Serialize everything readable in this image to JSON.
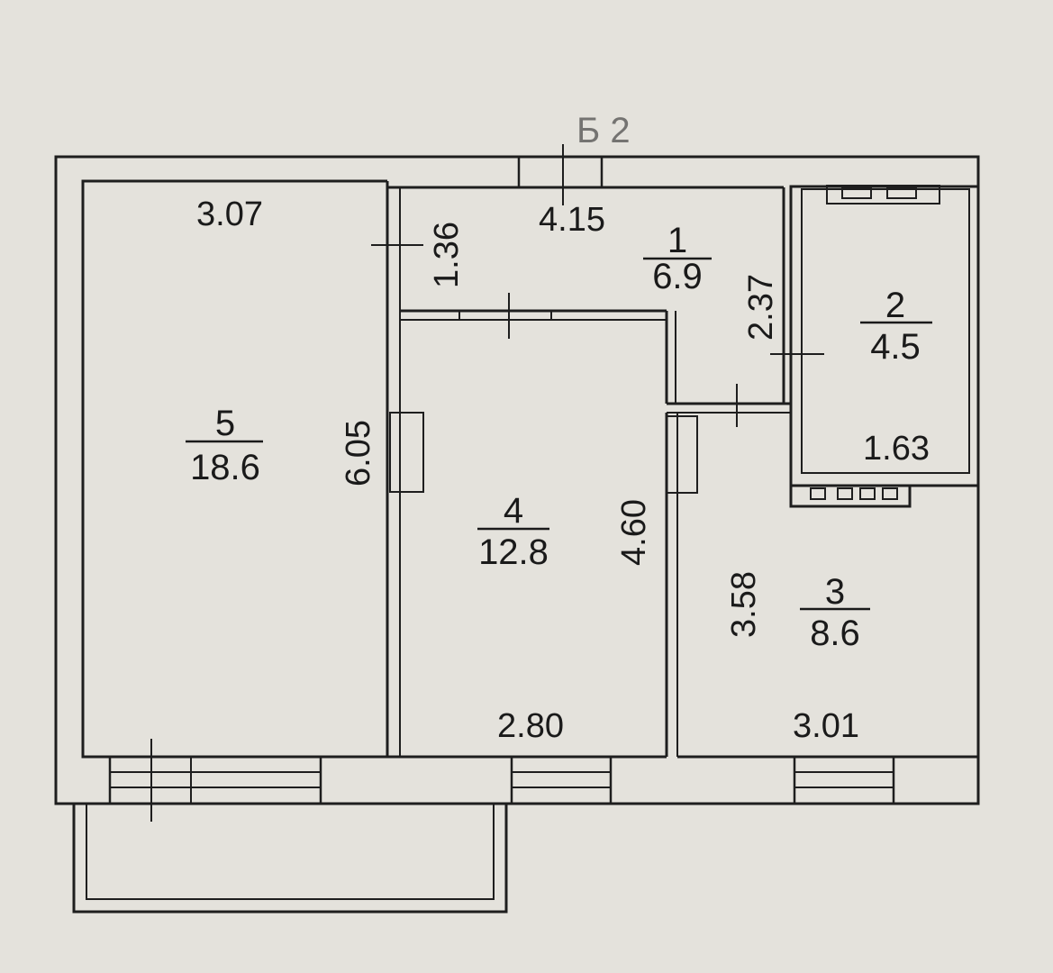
{
  "plan": {
    "top_label": "Б 2",
    "rooms": [
      {
        "id": "1",
        "number": "1",
        "area": "6.9"
      },
      {
        "id": "2",
        "number": "2",
        "area": "4.5"
      },
      {
        "id": "3",
        "number": "3",
        "area": "8.6"
      },
      {
        "id": "4",
        "number": "4",
        "area": "12.8"
      },
      {
        "id": "5",
        "number": "5",
        "area": "18.6"
      }
    ],
    "dimensions": {
      "r5_width": "3.07",
      "r5_height": "6.05",
      "corridor_height": "1.36",
      "r1_width": "4.15",
      "r1_height": "2.37",
      "r4_width": "2.80",
      "r4_height": "4.60",
      "r2_width": "1.63",
      "r3_height": "3.58",
      "r3_width": "3.01"
    }
  },
  "colors": {
    "paper": "#e4e2dc",
    "ink": "#1e1e1e"
  }
}
